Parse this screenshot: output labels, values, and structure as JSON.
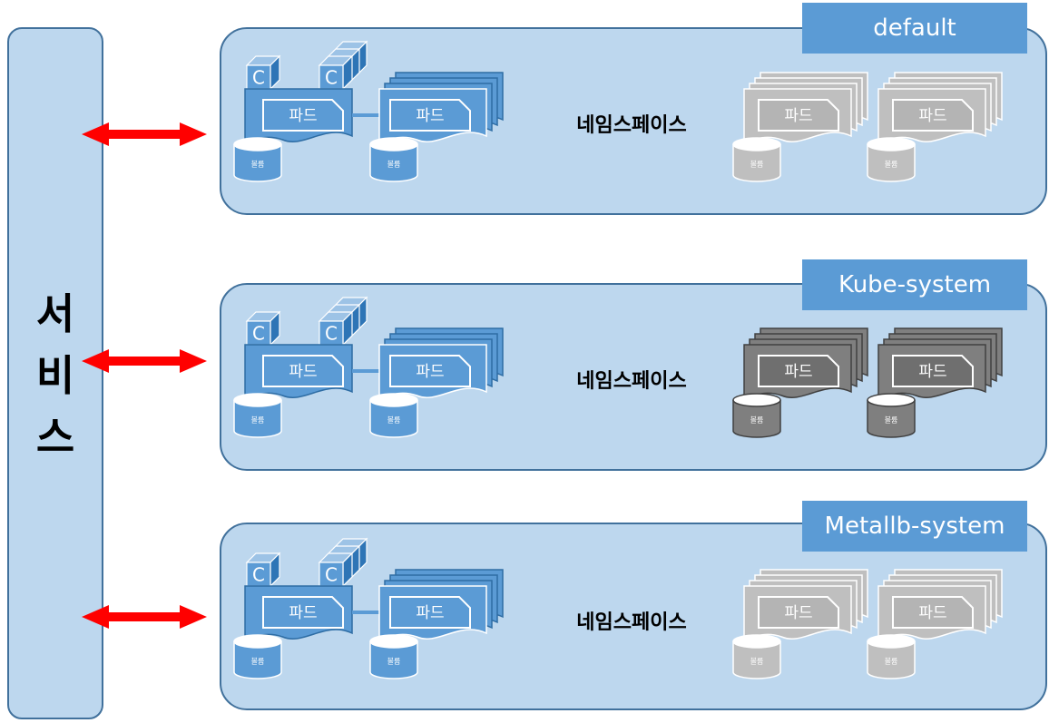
{
  "service": {
    "label": "서비스",
    "chars": [
      "서",
      "비",
      "스"
    ]
  },
  "namespaces": [
    {
      "tag": "default",
      "name": "네임스페이스",
      "inactive_style": "light"
    },
    {
      "tag": "Kube-system",
      "name": "네임스페이스",
      "inactive_style": "dark"
    },
    {
      "tag": "Metallb-system",
      "name": "네임스페이스",
      "inactive_style": "light"
    }
  ],
  "pod_label": "파드",
  "volume_label": "볼륨",
  "container_letter": "C",
  "colors": {
    "box_fill": "#bdd7ee",
    "box_border": "#41719c",
    "tag_fill": "#5b9bd5",
    "pod_fill": "#5b9bd5",
    "pod_stroke": "#2e6da4",
    "arrow": "#ff0000",
    "grey_light": "#bfbfbf",
    "grey_dark": "#7f7f7f"
  }
}
